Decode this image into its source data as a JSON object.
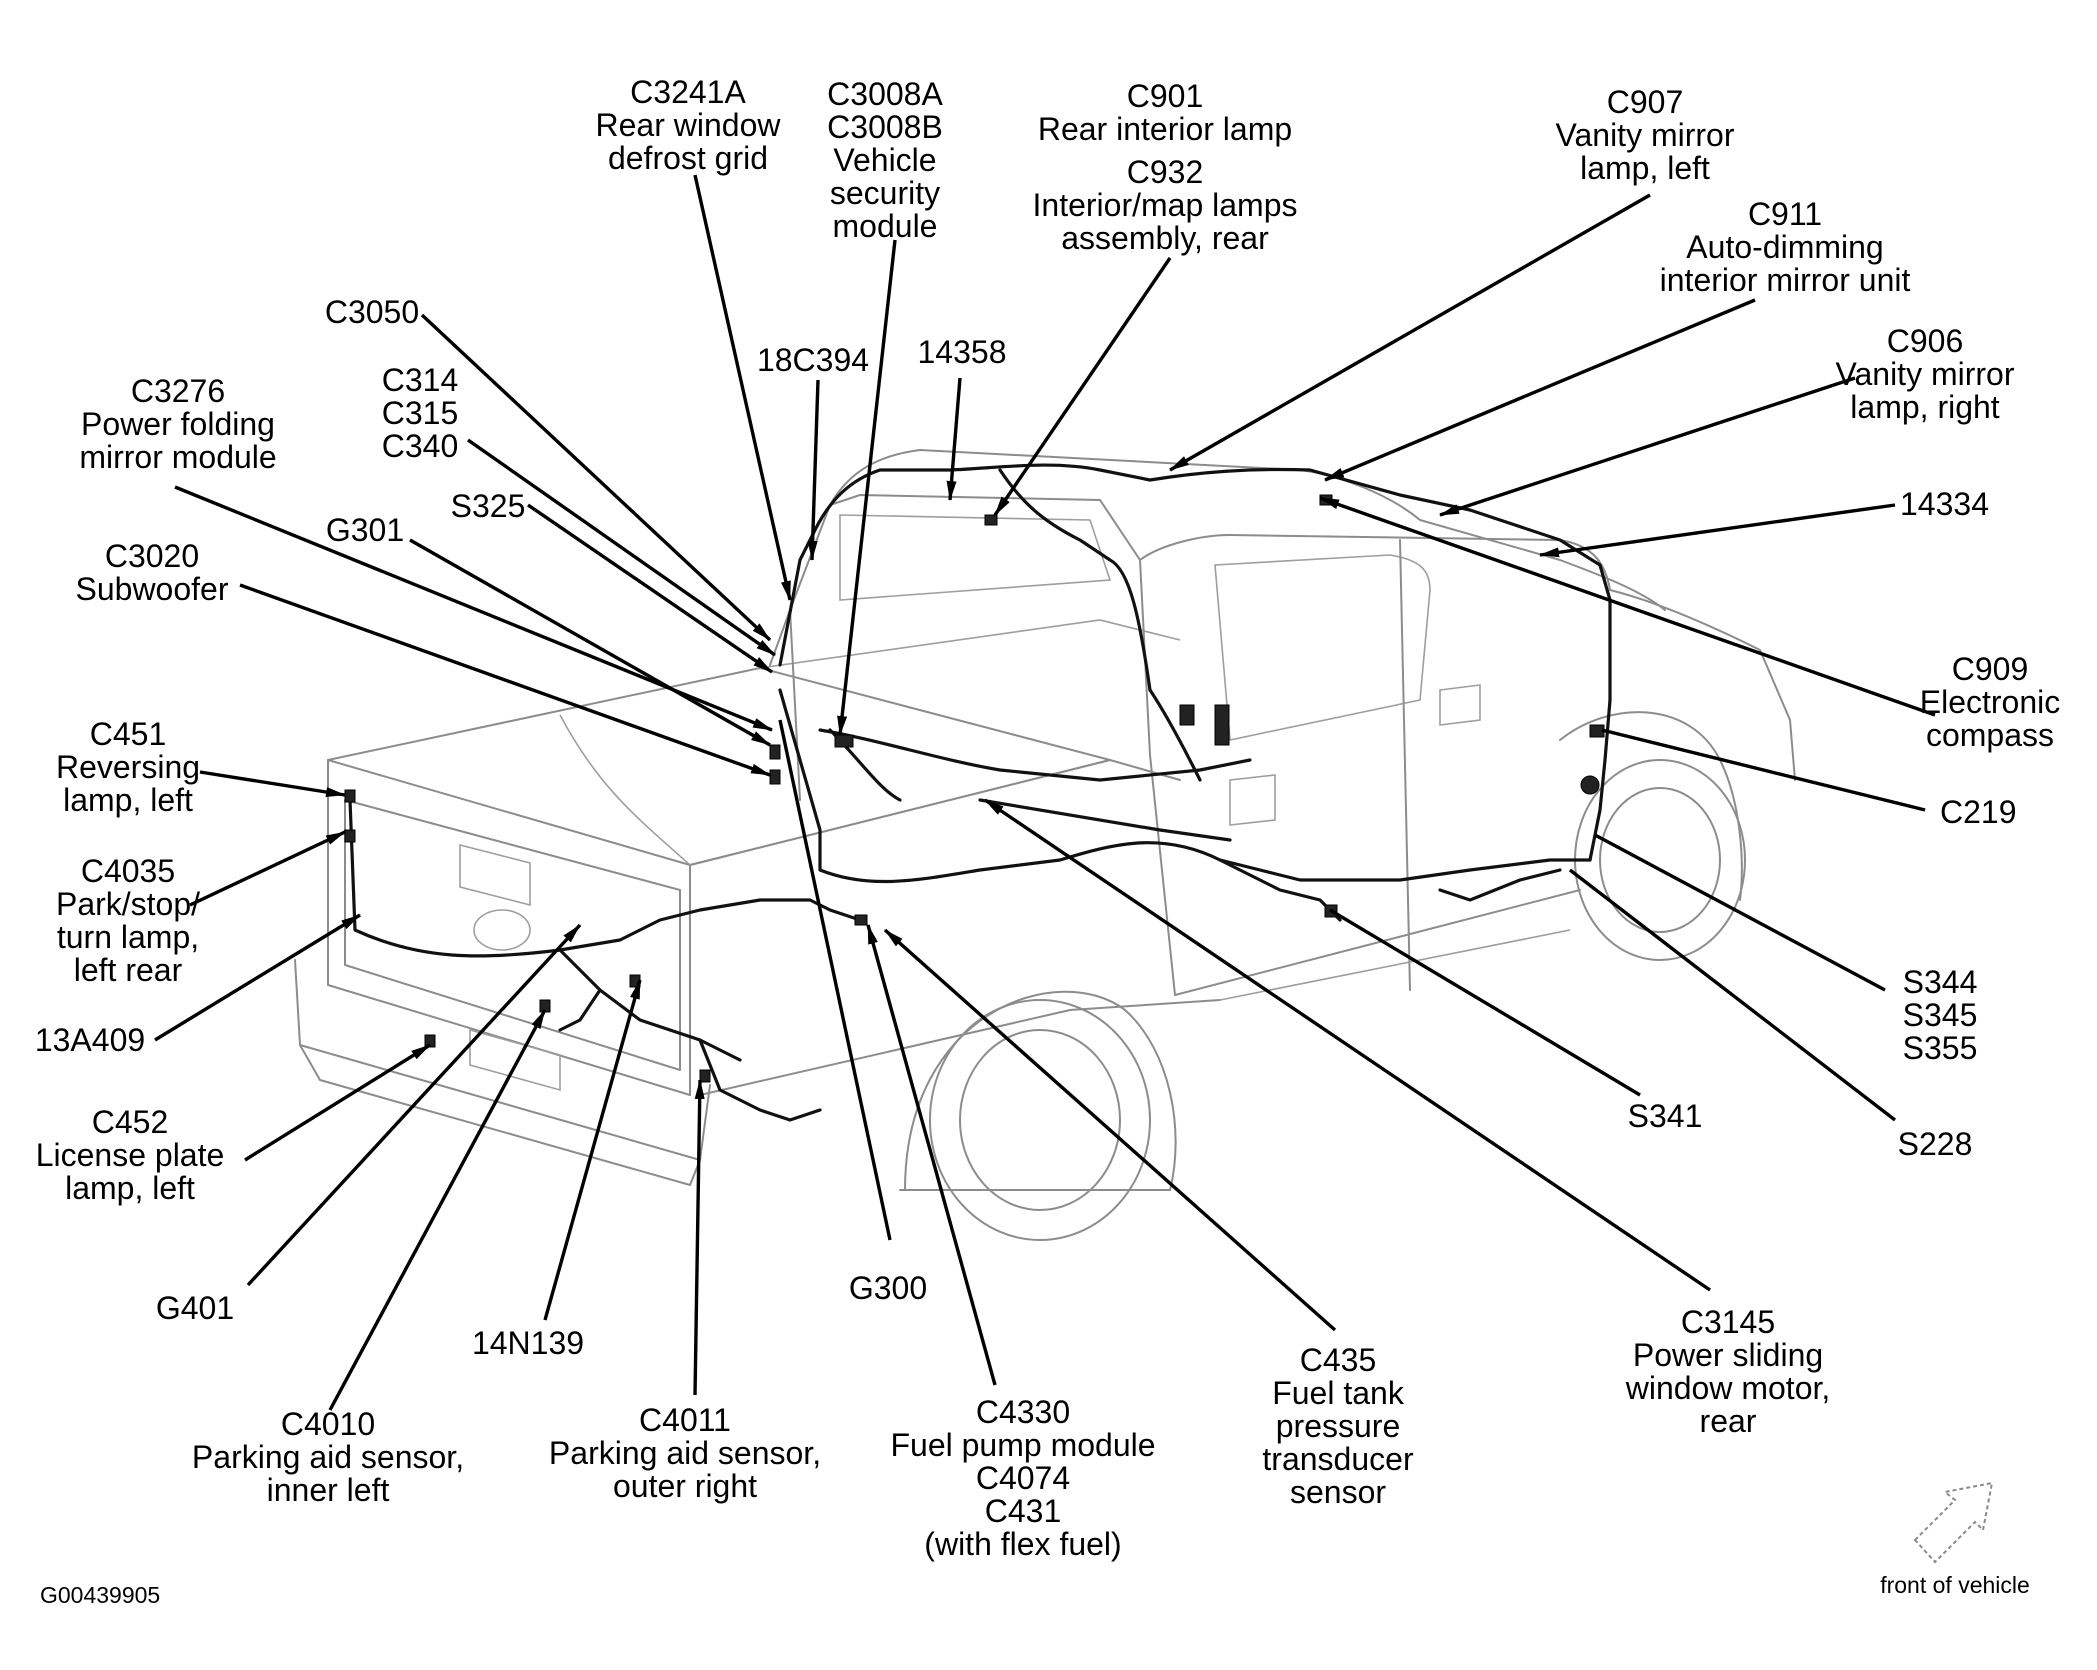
{
  "labels": {
    "c3241a": {
      "lines": [
        "C3241A",
        "Rear window",
        "defrost grid"
      ]
    },
    "c3008": {
      "lines": [
        "C3008A",
        "C3008B",
        "Vehicle",
        "security",
        "module"
      ]
    },
    "c901": {
      "lines": [
        "C901",
        "Rear interior lamp"
      ]
    },
    "c932": {
      "lines": [
        "C932",
        "Interior/map lamps",
        "assembly, rear"
      ]
    },
    "c907": {
      "lines": [
        "C907",
        "Vanity mirror",
        "lamp, left"
      ]
    },
    "c911": {
      "lines": [
        "C911",
        "Auto-dimming",
        "interior mirror unit"
      ]
    },
    "c906": {
      "lines": [
        "C906",
        "Vanity mirror",
        "lamp, right"
      ]
    },
    "c3050": {
      "lines": [
        "C3050"
      ]
    },
    "c18c394": {
      "lines": [
        "18C394"
      ]
    },
    "w14358": {
      "lines": [
        "14358"
      ]
    },
    "c3276": {
      "lines": [
        "C3276",
        "Power folding",
        "mirror module"
      ]
    },
    "c314": {
      "lines": [
        "C314",
        "C315",
        "C340"
      ]
    },
    "s325": {
      "lines": [
        "S325"
      ]
    },
    "g301": {
      "lines": [
        "G301"
      ]
    },
    "c3020": {
      "lines": [
        "C3020",
        "Subwoofer"
      ]
    },
    "w14334": {
      "lines": [
        "14334"
      ]
    },
    "c909": {
      "lines": [
        "C909",
        "Electronic",
        "compass"
      ]
    },
    "c219": {
      "lines": [
        "C219"
      ]
    },
    "c451": {
      "lines": [
        "C451",
        "Reversing",
        "lamp, left"
      ]
    },
    "c4035": {
      "lines": [
        "C4035",
        "Park/stop/",
        "turn lamp,",
        "left rear"
      ]
    },
    "w13a409": {
      "lines": [
        "13A409"
      ]
    },
    "s344": {
      "lines": [
        "S344",
        "S345",
        "S355"
      ]
    },
    "s341": {
      "lines": [
        "S341"
      ]
    },
    "s228": {
      "lines": [
        "S228"
      ]
    },
    "c452": {
      "lines": [
        "C452",
        "License plate",
        "lamp, left"
      ]
    },
    "g401": {
      "lines": [
        "G401"
      ]
    },
    "g300": {
      "lines": [
        "G300"
      ]
    },
    "w14n139": {
      "lines": [
        "14N139"
      ]
    },
    "c4010": {
      "lines": [
        "C4010",
        "Parking aid sensor,",
        "inner left"
      ]
    },
    "c4011": {
      "lines": [
        "C4011",
        "Parking aid sensor,",
        "outer right"
      ]
    },
    "c4330": {
      "lines": [
        "C4330",
        "Fuel pump module",
        "C4074",
        "C431",
        "(with flex fuel)"
      ]
    },
    "c435": {
      "lines": [
        "C435",
        "Fuel tank",
        "pressure",
        "transducer",
        "sensor"
      ]
    },
    "c3145": {
      "lines": [
        "C3145",
        "Power sliding",
        "window motor,",
        "rear"
      ]
    }
  },
  "figure_id": "G00439905",
  "orientation": {
    "label": "front of vehicle",
    "icon": "direction-arrow-icon"
  }
}
